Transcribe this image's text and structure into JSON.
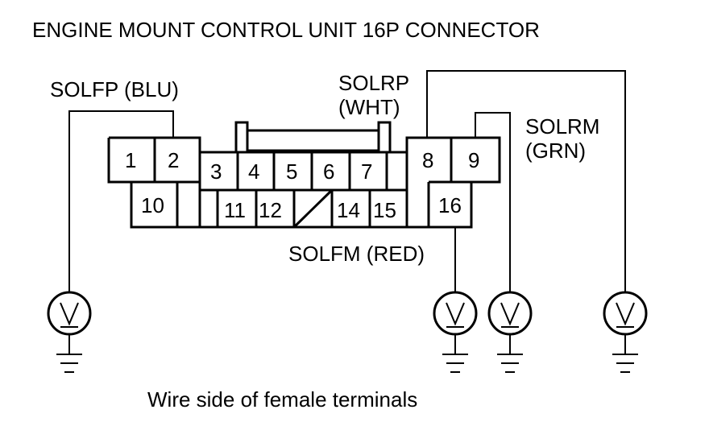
{
  "title": "ENGINE MOUNT CONTROL UNIT 16P CONNECTOR",
  "caption": "Wire side of female terminals",
  "wires": {
    "solfp": "SOLFP (BLU)",
    "solrp_line1": "SOLRP",
    "solrp_line2": "(WHT)",
    "solrm_line1": "SOLRM",
    "solrm_line2": "(GRN)",
    "solfm": "SOLFM (RED)"
  },
  "pins": [
    "1",
    "2",
    "3",
    "4",
    "5",
    "6",
    "7",
    "8",
    "9",
    "10",
    "11",
    "12",
    "14",
    "15",
    "16"
  ],
  "icons": [
    "voltmeter-icon",
    "ground-icon"
  ]
}
